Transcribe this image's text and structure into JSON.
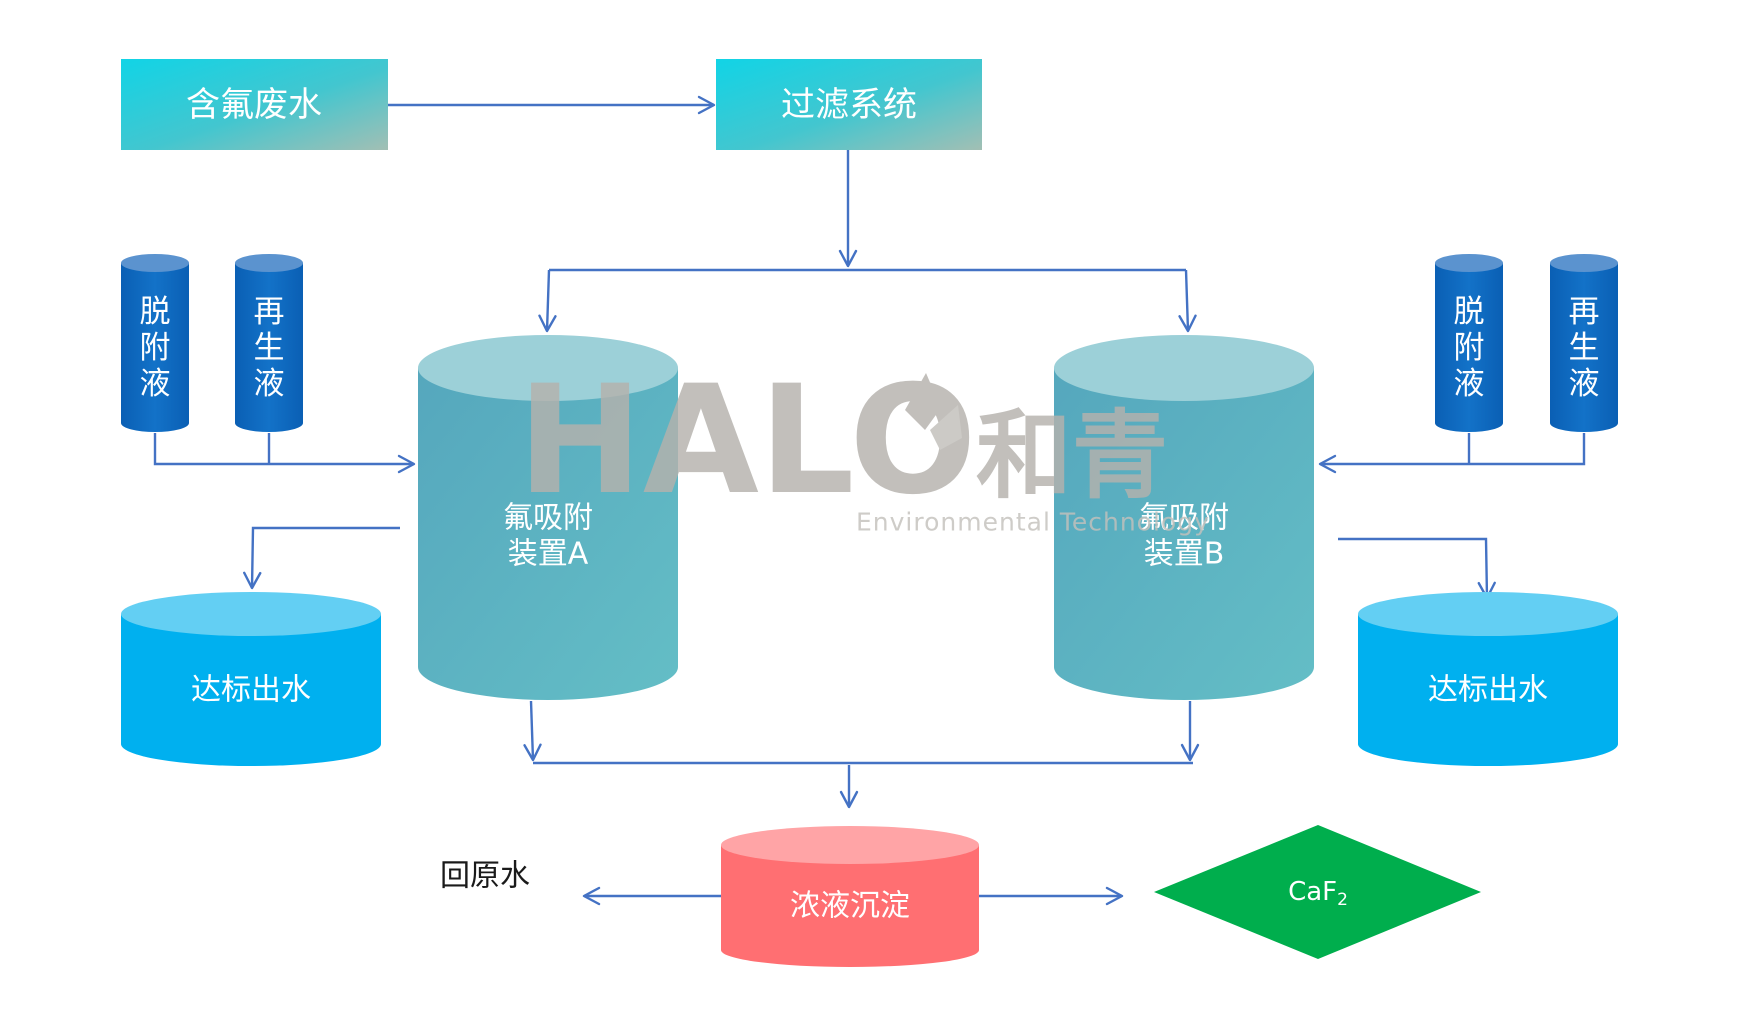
{
  "nodes": {
    "wastewater": "含氟废水",
    "filter": "过滤系统",
    "desorb_left": [
      "脱",
      "附",
      "液"
    ],
    "regen_left": [
      "再",
      "生",
      "液"
    ],
    "desorb_right": [
      "脱",
      "附",
      "液"
    ],
    "regen_right": [
      "再",
      "生",
      "液"
    ],
    "adsorber_a": [
      "氟吸附",
      "装置A"
    ],
    "adsorber_b": [
      "氟吸附",
      "装置B"
    ],
    "effluent_left": "达标出水",
    "effluent_right": "达标出水",
    "sediment": "浓液沉淀",
    "recycle": "回原水",
    "product": {
      "base": "CaF",
      "sub": "2"
    }
  },
  "watermark": {
    "logo": "HALO",
    "cn": "和青",
    "tagline": "Environmental Technology"
  },
  "colors": {
    "flow_arrow": "#4472c4",
    "process_box": "#2ec5d6",
    "small_column": "#0a62b8",
    "adsorber": "#5db3bf",
    "effluent_tank": "#00b0ef",
    "sediment_tank": "#ff6f72",
    "product_diamond": "#00ae4d"
  }
}
